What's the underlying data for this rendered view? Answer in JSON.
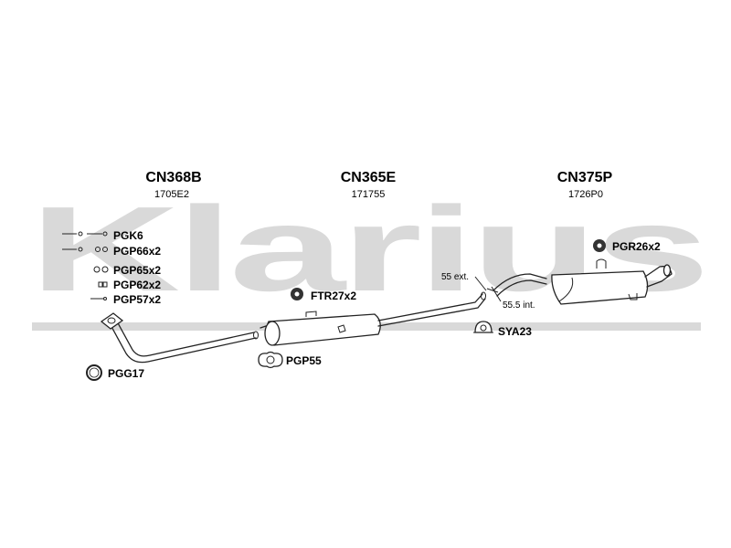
{
  "watermark": {
    "text": "Klarius"
  },
  "brand_colors": {
    "watermark": "#d9d9d9",
    "ink": "#111111"
  },
  "sections": [
    {
      "part": "CN368B",
      "oe": "1705E2"
    },
    {
      "part": "CN365E",
      "oe": "171755"
    },
    {
      "part": "CN375P",
      "oe": "1726P0"
    }
  ],
  "fitting_kit": [
    {
      "code": "PGK6"
    },
    {
      "code": "PGP66x2"
    },
    {
      "code": "PGP65x2"
    },
    {
      "code": "PGP62x2"
    },
    {
      "code": "PGP57x2"
    }
  ],
  "parts": {
    "pgg17": "PGG17",
    "pgp55": "PGP55",
    "ftr27": "FTR27x2",
    "sya23": "SYA23",
    "pgr26": "PGR26x2"
  },
  "notes": {
    "ext": "55 ext.",
    "int": "55.5 int."
  }
}
